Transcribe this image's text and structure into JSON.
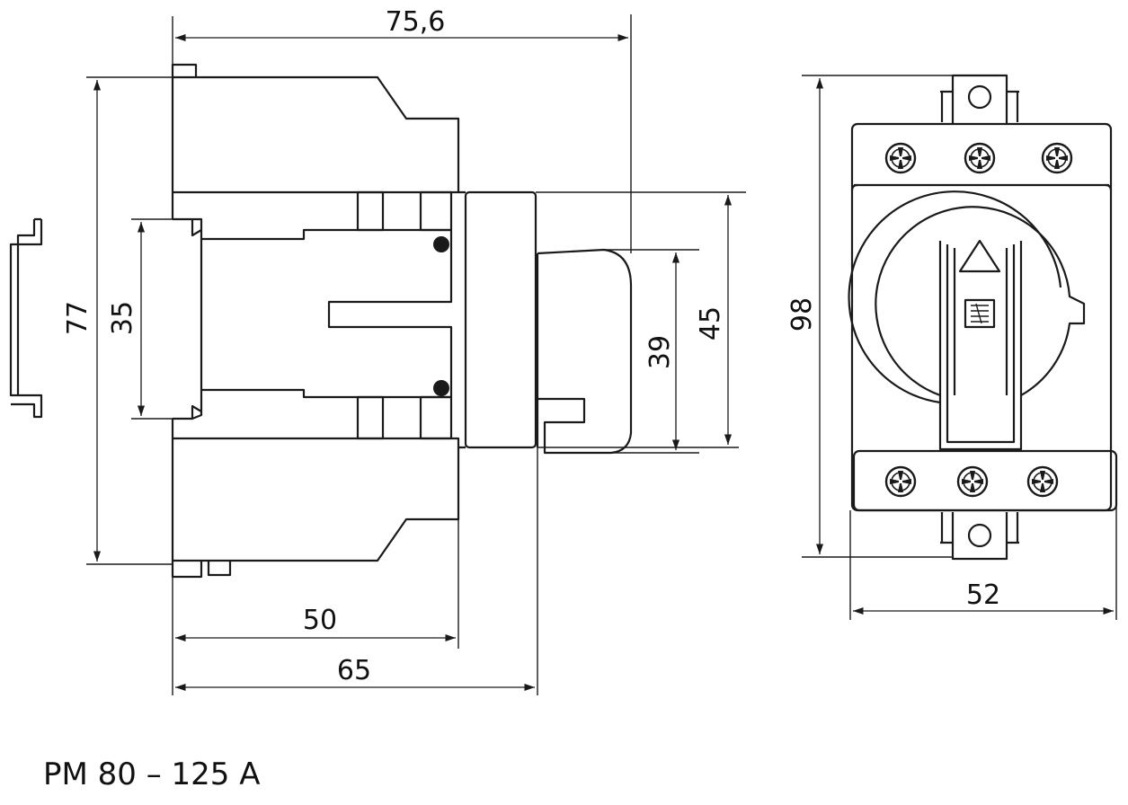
{
  "dimensions": {
    "overall_depth": "75,6",
    "overall_height": "77",
    "rail_width": "35",
    "front_depth": "50",
    "handle_depth": "65",
    "front_face_height": "45",
    "handle_height": "39",
    "front_view_height": "98",
    "front_view_width": "52"
  },
  "caption": "PM 80 – 125 A",
  "colors": {
    "line": "#1a1a1a",
    "background": "#ffffff"
  },
  "icons": {
    "terminal": "terminal-screw-icon",
    "direction": "triangle-up-icon"
  }
}
